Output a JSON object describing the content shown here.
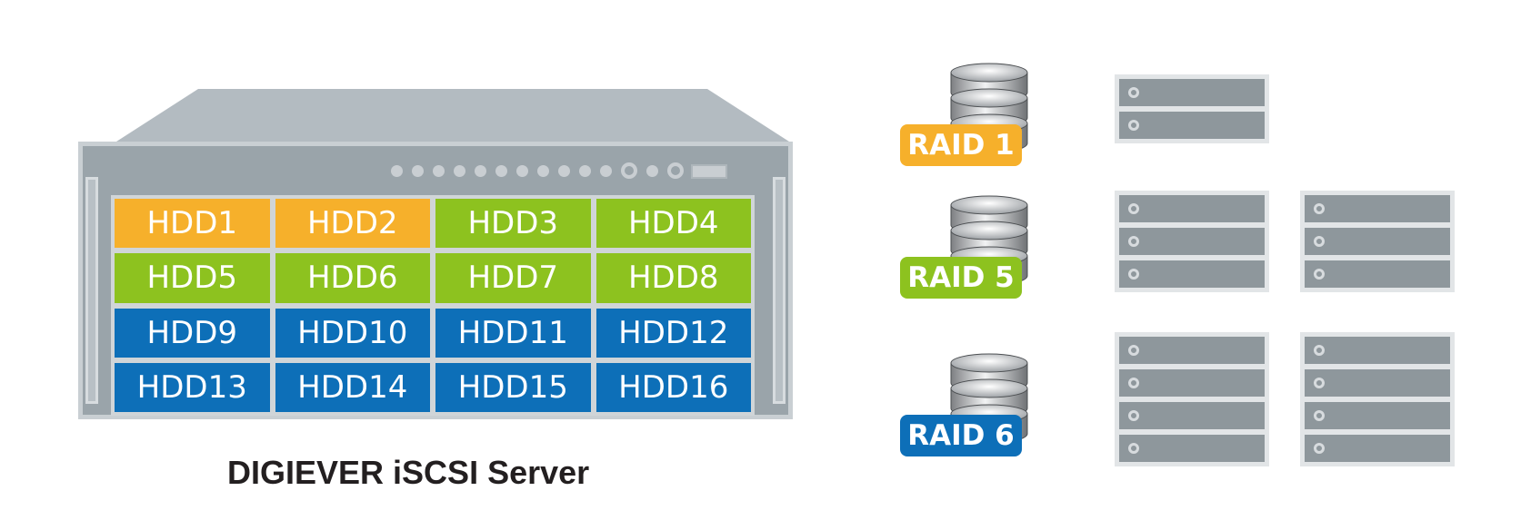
{
  "server": {
    "caption": "DIGIEVER iSCSI Server",
    "drives": [
      {
        "label": "HDD1",
        "color": "#f6b02b"
      },
      {
        "label": "HDD2",
        "color": "#f6b02b"
      },
      {
        "label": "HDD3",
        "color": "#8dc21f"
      },
      {
        "label": "HDD4",
        "color": "#8dc21f"
      },
      {
        "label": "HDD5",
        "color": "#8dc21f"
      },
      {
        "label": "HDD6",
        "color": "#8dc21f"
      },
      {
        "label": "HDD7",
        "color": "#8dc21f"
      },
      {
        "label": "HDD8",
        "color": "#8dc21f"
      },
      {
        "label": "HDD9",
        "color": "#0d6fb8"
      },
      {
        "label": "HDD10",
        "color": "#0d6fb8"
      },
      {
        "label": "HDD11",
        "color": "#0d6fb8"
      },
      {
        "label": "HDD12",
        "color": "#0d6fb8"
      },
      {
        "label": "HDD13",
        "color": "#0d6fb8"
      },
      {
        "label": "HDD14",
        "color": "#0d6fb8"
      },
      {
        "label": "HDD15",
        "color": "#0d6fb8"
      },
      {
        "label": "HDD16",
        "color": "#0d6fb8"
      }
    ]
  },
  "raid_groups": [
    {
      "label": "RAID 1",
      "color": "#f6b02b",
      "stacks": [
        2
      ]
    },
    {
      "label": "RAID 5",
      "color": "#8dc21f",
      "stacks": [
        3,
        3
      ]
    },
    {
      "label": "RAID 6",
      "color": "#0d6fb8",
      "stacks": [
        4,
        4
      ]
    }
  ]
}
